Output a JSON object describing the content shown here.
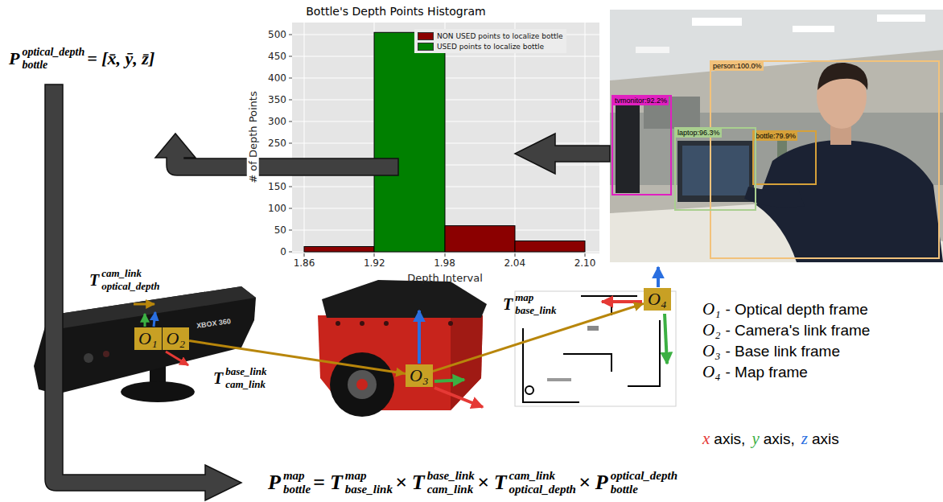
{
  "diagram": {
    "nodes": [
      {
        "text": [
          "tvmonitor:92.2%"
        ]
      },
      {
        "text": [
          "person:100.0%"
        ]
      },
      {
        "text": [
          "laptop:96.3%"
        ]
      },
      {
        "text": [
          "bottle:79.9%"
        ],
        "in": 1
      },
      {
        "text": [
          "O₁"
        ]
      },
      {
        "text": [
          "O₂"
        ]
      },
      {
        "text": [
          "O₃"
        ]
      },
      {
        "text": [
          "O₄"
        ]
      }
    ],
    "edges": [
      {
        "from": 5,
        "to": 6,
        "arrow": "to"
      },
      {
        "from": 6,
        "to": 7,
        "arrow": "to"
      }
    ],
    "labels": [
      "Bottle's Depth Points Histogram",
      "0",
      "50",
      "100",
      "150",
      "250",
      "300",
      "350",
      "400",
      "450",
      "500",
      "1.86",
      "1.92",
      "1.98",
      "2.04",
      "2.10",
      "# of Depth Points",
      "Depth Interval",
      "XBOX 360",
      "P",
      "optical_depth",
      "bottle",
      "= [x̄, ȳ, z̄]",
      "T",
      "cam_link",
      "optical_depth",
      "T",
      "base_link",
      "cam_link",
      "T",
      "map",
      "base_link",
      "O₁",
      "- Optical depth frame",
      "O₂",
      "- Camera's link frame",
      "O₃",
      "- Base link frame",
      "O₄",
      "- Map frame",
      "x",
      "axis,",
      "y",
      "axis,",
      "z",
      "axis",
      "P",
      "map",
      "bottle",
      "=",
      "T",
      "map",
      "base_link",
      "×",
      "T",
      "base_link",
      "cam_link",
      "×",
      "T",
      "cam_link",
      "optical_depth",
      "×",
      "P",
      "optical_depth",
      "bottle"
    ],
    "legend": [
      {
        "text": "NON USED points to localize bottle",
        "color": "#8b0000"
      },
      {
        "text": "USED points to localize bottle",
        "color": "#008000"
      }
    ]
  }
}
